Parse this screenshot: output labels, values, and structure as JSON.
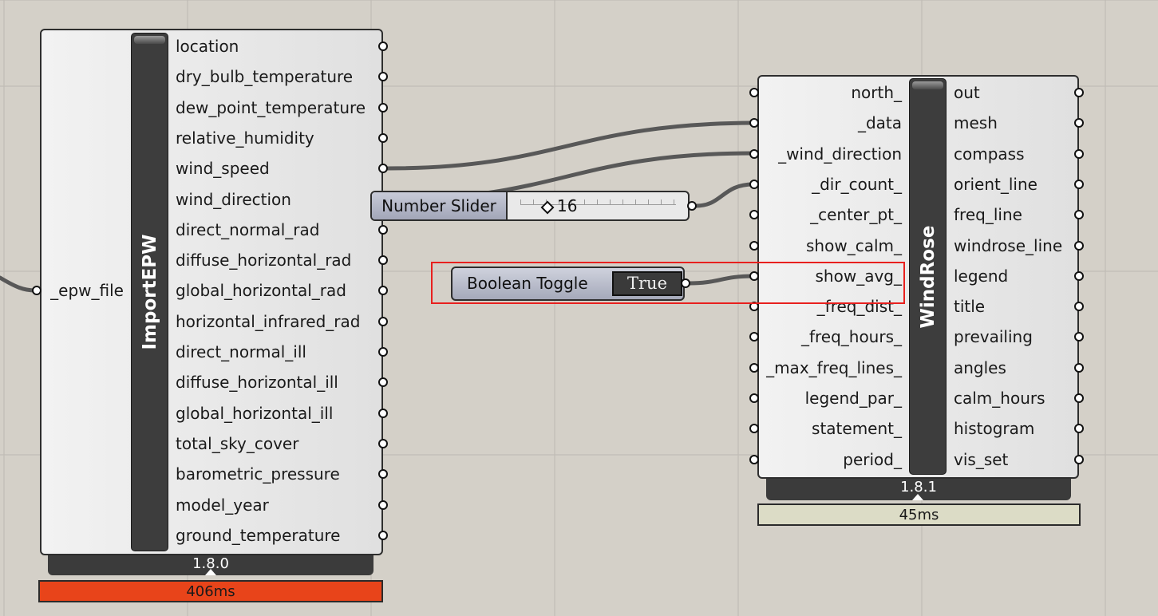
{
  "canvas": {
    "background": "#d4d0c8",
    "grid_color": "#b9b5ae"
  },
  "import_epw": {
    "name": "ImportEPW",
    "inputs": [
      "_epw_file"
    ],
    "outputs": [
      "location",
      "dry_bulb_temperature",
      "dew_point_temperature",
      "relative_humidity",
      "wind_speed",
      "wind_direction",
      "direct_normal_rad",
      "diffuse_horizontal_rad",
      "global_horizontal_rad",
      "horizontal_infrared_rad",
      "direct_normal_ill",
      "diffuse_horizontal_ill",
      "global_horizontal_ill",
      "total_sky_cover",
      "barometric_pressure",
      "model_year",
      "ground_temperature"
    ],
    "version": "1.8.0",
    "profiler": "406ms",
    "profiler_color": "#e8441a"
  },
  "number_slider": {
    "name": "Number Slider",
    "value": "16"
  },
  "boolean_toggle": {
    "name": "Boolean Toggle",
    "value": "True"
  },
  "windrose": {
    "name": "WindRose",
    "inputs": [
      "north_",
      "_data",
      "_wind_direction",
      "_dir_count_",
      "_center_pt_",
      "show_calm_",
      "show_avg_",
      "_freq_dist_",
      "_freq_hours_",
      "_max_freq_lines_",
      "legend_par_",
      "statement_",
      "period_"
    ],
    "outputs": [
      "out",
      "mesh",
      "compass",
      "orient_line",
      "freq_line",
      "windrose_line",
      "legend",
      "title",
      "prevailing",
      "angles",
      "calm_hours",
      "histogram",
      "vis_set"
    ],
    "version": "1.8.1",
    "profiler": "45ms",
    "profiler_color": "#dcdcc6"
  },
  "highlight_color": "#e8201e"
}
